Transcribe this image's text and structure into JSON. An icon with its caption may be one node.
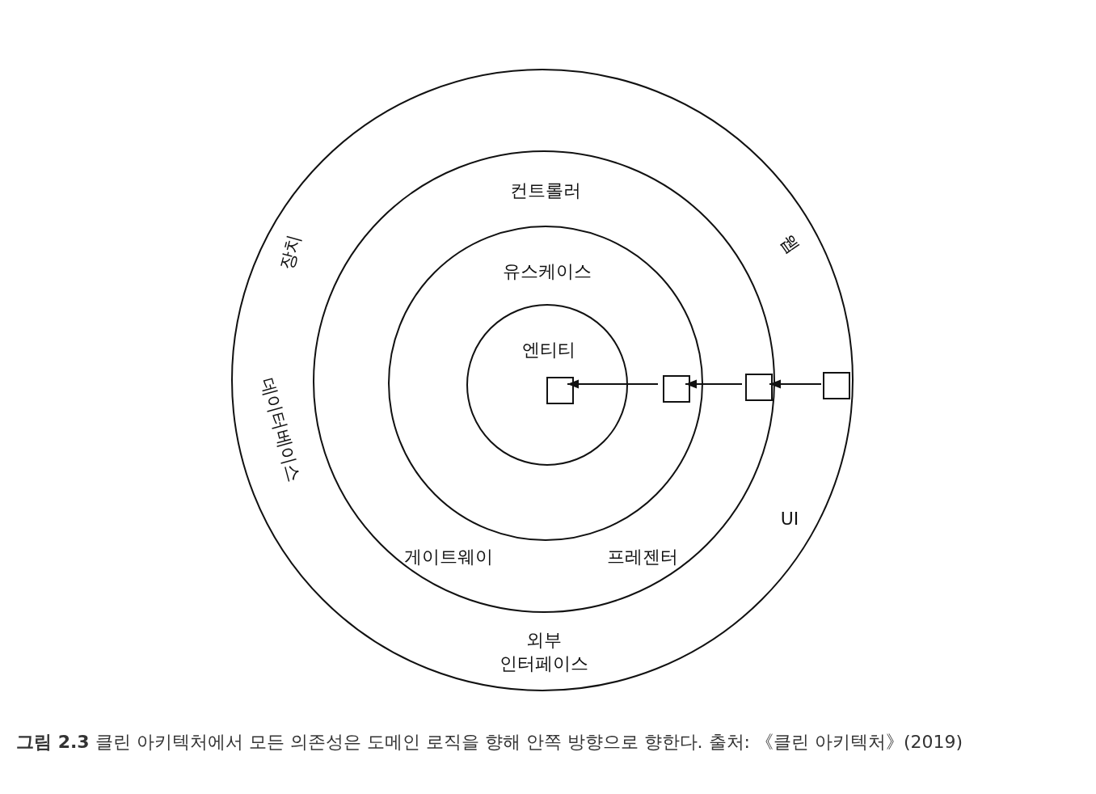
{
  "diagram": {
    "caption": "**그림 2.3** 클린 아키텍처에서 모든 의존성은 도메인 로직을 향해 안쪽 방향으로 향한다. 출처: 《클린 아키텍처》(2019)",
    "nodes": [
      {
        "text": [
          "장치",
          "웹",
          "데이터베이스",
          "UI",
          "외부 인터페이스"
        ]
      },
      {
        "text": [
          "컨트롤러",
          "게이트웨이",
          "프레젠터"
        ],
        "in": 0
      },
      {
        "text": [
          "유스케이스"
        ],
        "in": 1
      },
      {
        "text": [
          "엔티티"
        ],
        "in": 2
      },
      {
        "text": [],
        "shape": "box",
        "in": 3
      },
      {
        "text": [],
        "shape": "box",
        "in": 2
      },
      {
        "text": [],
        "shape": "box",
        "in": 1
      },
      {
        "text": [],
        "shape": "box",
        "in": 0
      }
    ],
    "edges": [
      {
        "from": 7,
        "to": 6,
        "arrow": "to"
      },
      {
        "from": 6,
        "to": 5,
        "arrow": "to"
      },
      {
        "from": 5,
        "to": 4,
        "arrow": "to"
      }
    ]
  }
}
